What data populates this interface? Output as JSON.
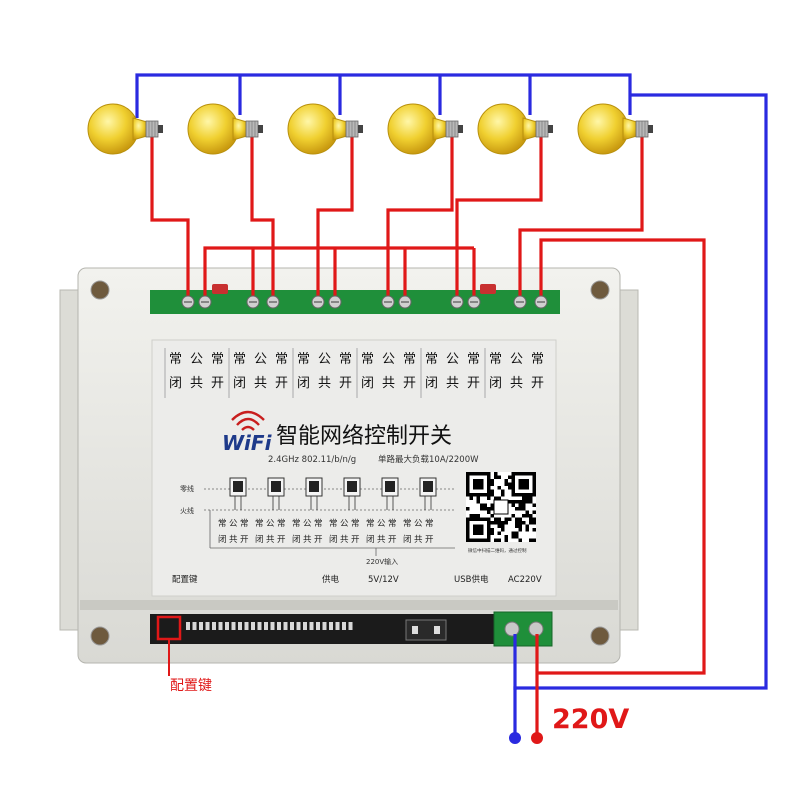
{
  "terminal_labels": {
    "normally_closed": [
      "常",
      "闭"
    ],
    "common": [
      "公",
      "共"
    ],
    "normally_open": [
      "常",
      "开"
    ]
  },
  "board": {
    "logo": "WiFi",
    "title": "智能网络控制开关",
    "spec_left": "2.4GHz  802.11/b/n/g",
    "spec_right": "单路最大负载10A/2200W",
    "neutral_label": "零线",
    "live_label": "火线",
    "input_label": "220V输入",
    "qr_caption": "微信中扫描二维码，通过控制",
    "footer": {
      "config": "配置键",
      "power": "供电",
      "voltage": "5V/12V",
      "usb": "USB供电",
      "ac": "AC220V"
    }
  },
  "annotations": {
    "config_key": "配置键",
    "voltage": "220V"
  },
  "colors": {
    "neutral_wire": "#2a2ae0",
    "live_wire": "#e01818",
    "terminal_green": "#1f8f3a",
    "bulb": "#f0d030"
  }
}
